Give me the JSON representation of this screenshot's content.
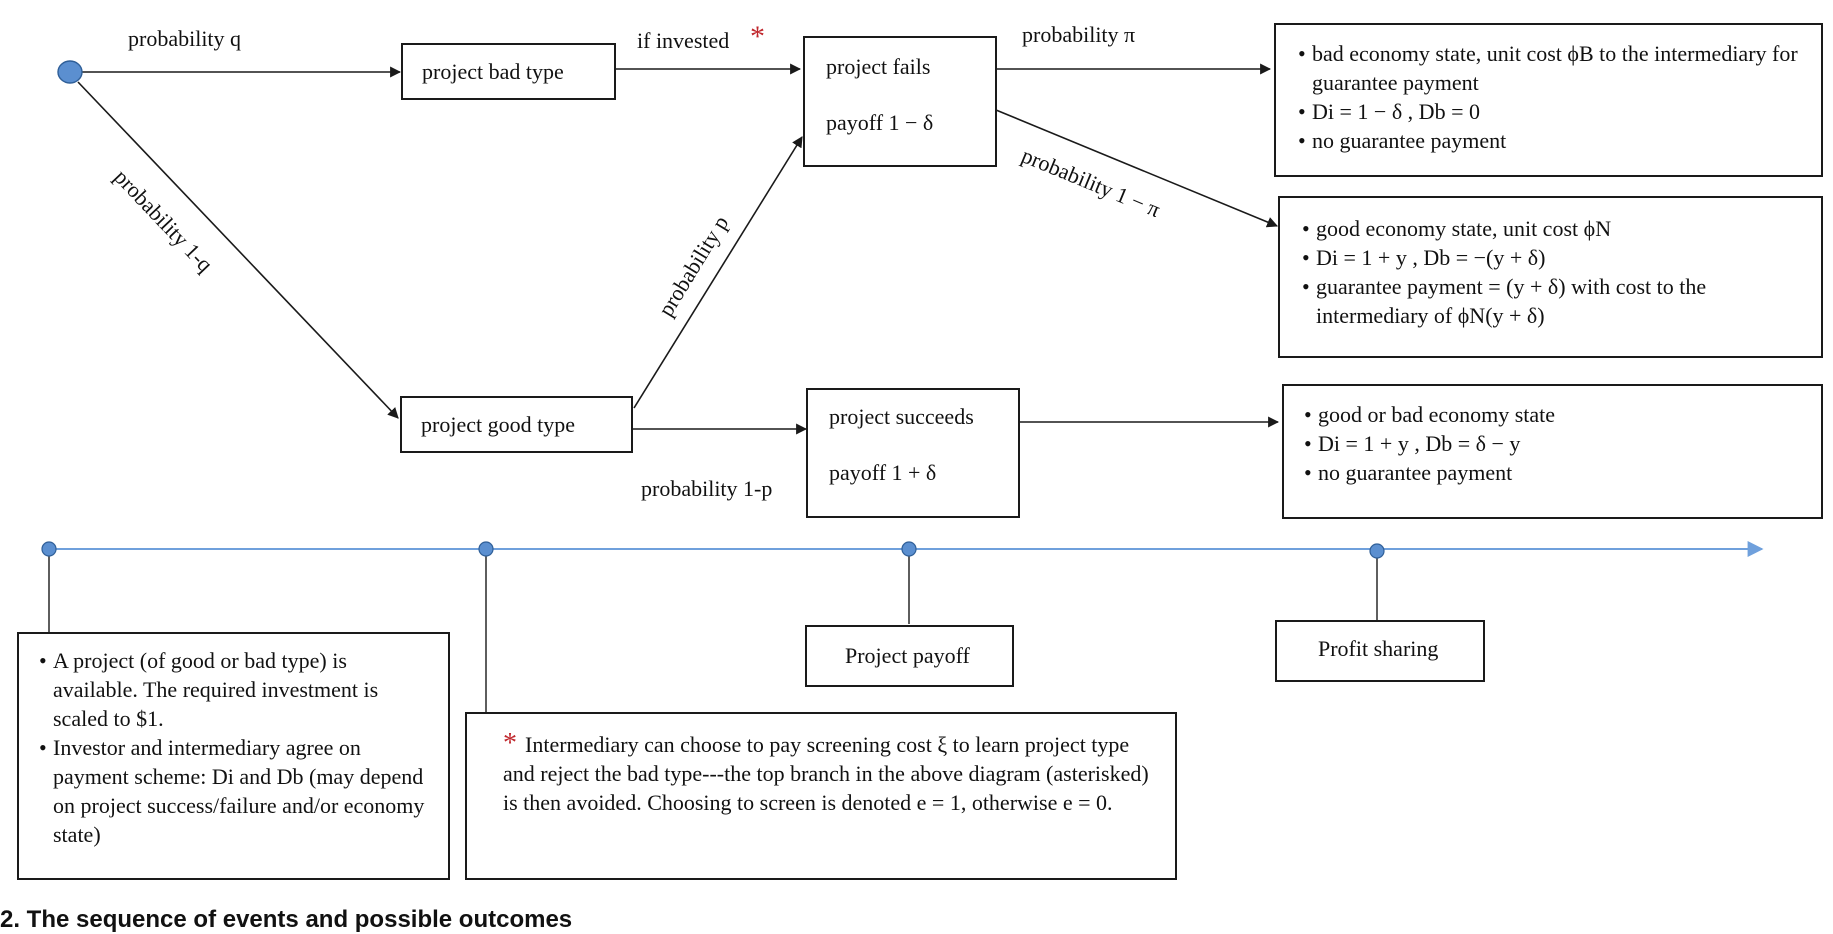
{
  "labels": {
    "prob_q": "probability q",
    "prob_1q": "probability 1-q",
    "if_invested": "if invested",
    "asterisk": "*",
    "prob_p": "probability p",
    "prob_1p": "probability 1-p",
    "prob_pi": "probability π",
    "prob_1pi": "probability 1 − π"
  },
  "boxes": {
    "bad_type": "project bad type",
    "good_type": "project good type",
    "fails_title": "project fails",
    "fails_payoff": "payoff 1 − δ",
    "succeeds_title": "project succeeds",
    "succeeds_payoff": "payoff 1 + δ",
    "outcome_bad_economy": [
      "bad economy state, unit cost ϕB to the intermediary for guarantee payment",
      "Di = 1 − δ , Db = 0",
      "no guarantee payment"
    ],
    "outcome_good_economy": [
      "good economy state, unit cost ϕN",
      "Di = 1 + y , Db = −(y + δ)",
      "guarantee payment = (y + δ) with cost to the intermediary of ϕN(y + δ)"
    ],
    "outcome_success": [
      "good or bad economy state",
      "Di = 1 + y , Db = δ − y",
      "no guarantee payment"
    ]
  },
  "timeline": {
    "start_box": [
      "A project (of good or bad type) is available. The required investment is scaled to $1.",
      "Investor and intermediary agree on payment scheme: Di and Db (may depend on project success/failure and/or economy state)"
    ],
    "screening_note": "Intermediary can choose to pay screening cost ξ to learn project type and reject the bad type---the top branch in the above diagram (asterisked) is then avoided. Choosing to screen is denoted e = 1, otherwise e = 0.",
    "project_payoff": "Project payoff",
    "profit_sharing": "Profit sharing"
  },
  "caption": "2. The sequence of events and possible outcomes",
  "colors": {
    "node": "#5b8fd0",
    "timeline": "#6fa0dc",
    "asterisk": "#c0272d",
    "ink": "#1a1a1a"
  }
}
